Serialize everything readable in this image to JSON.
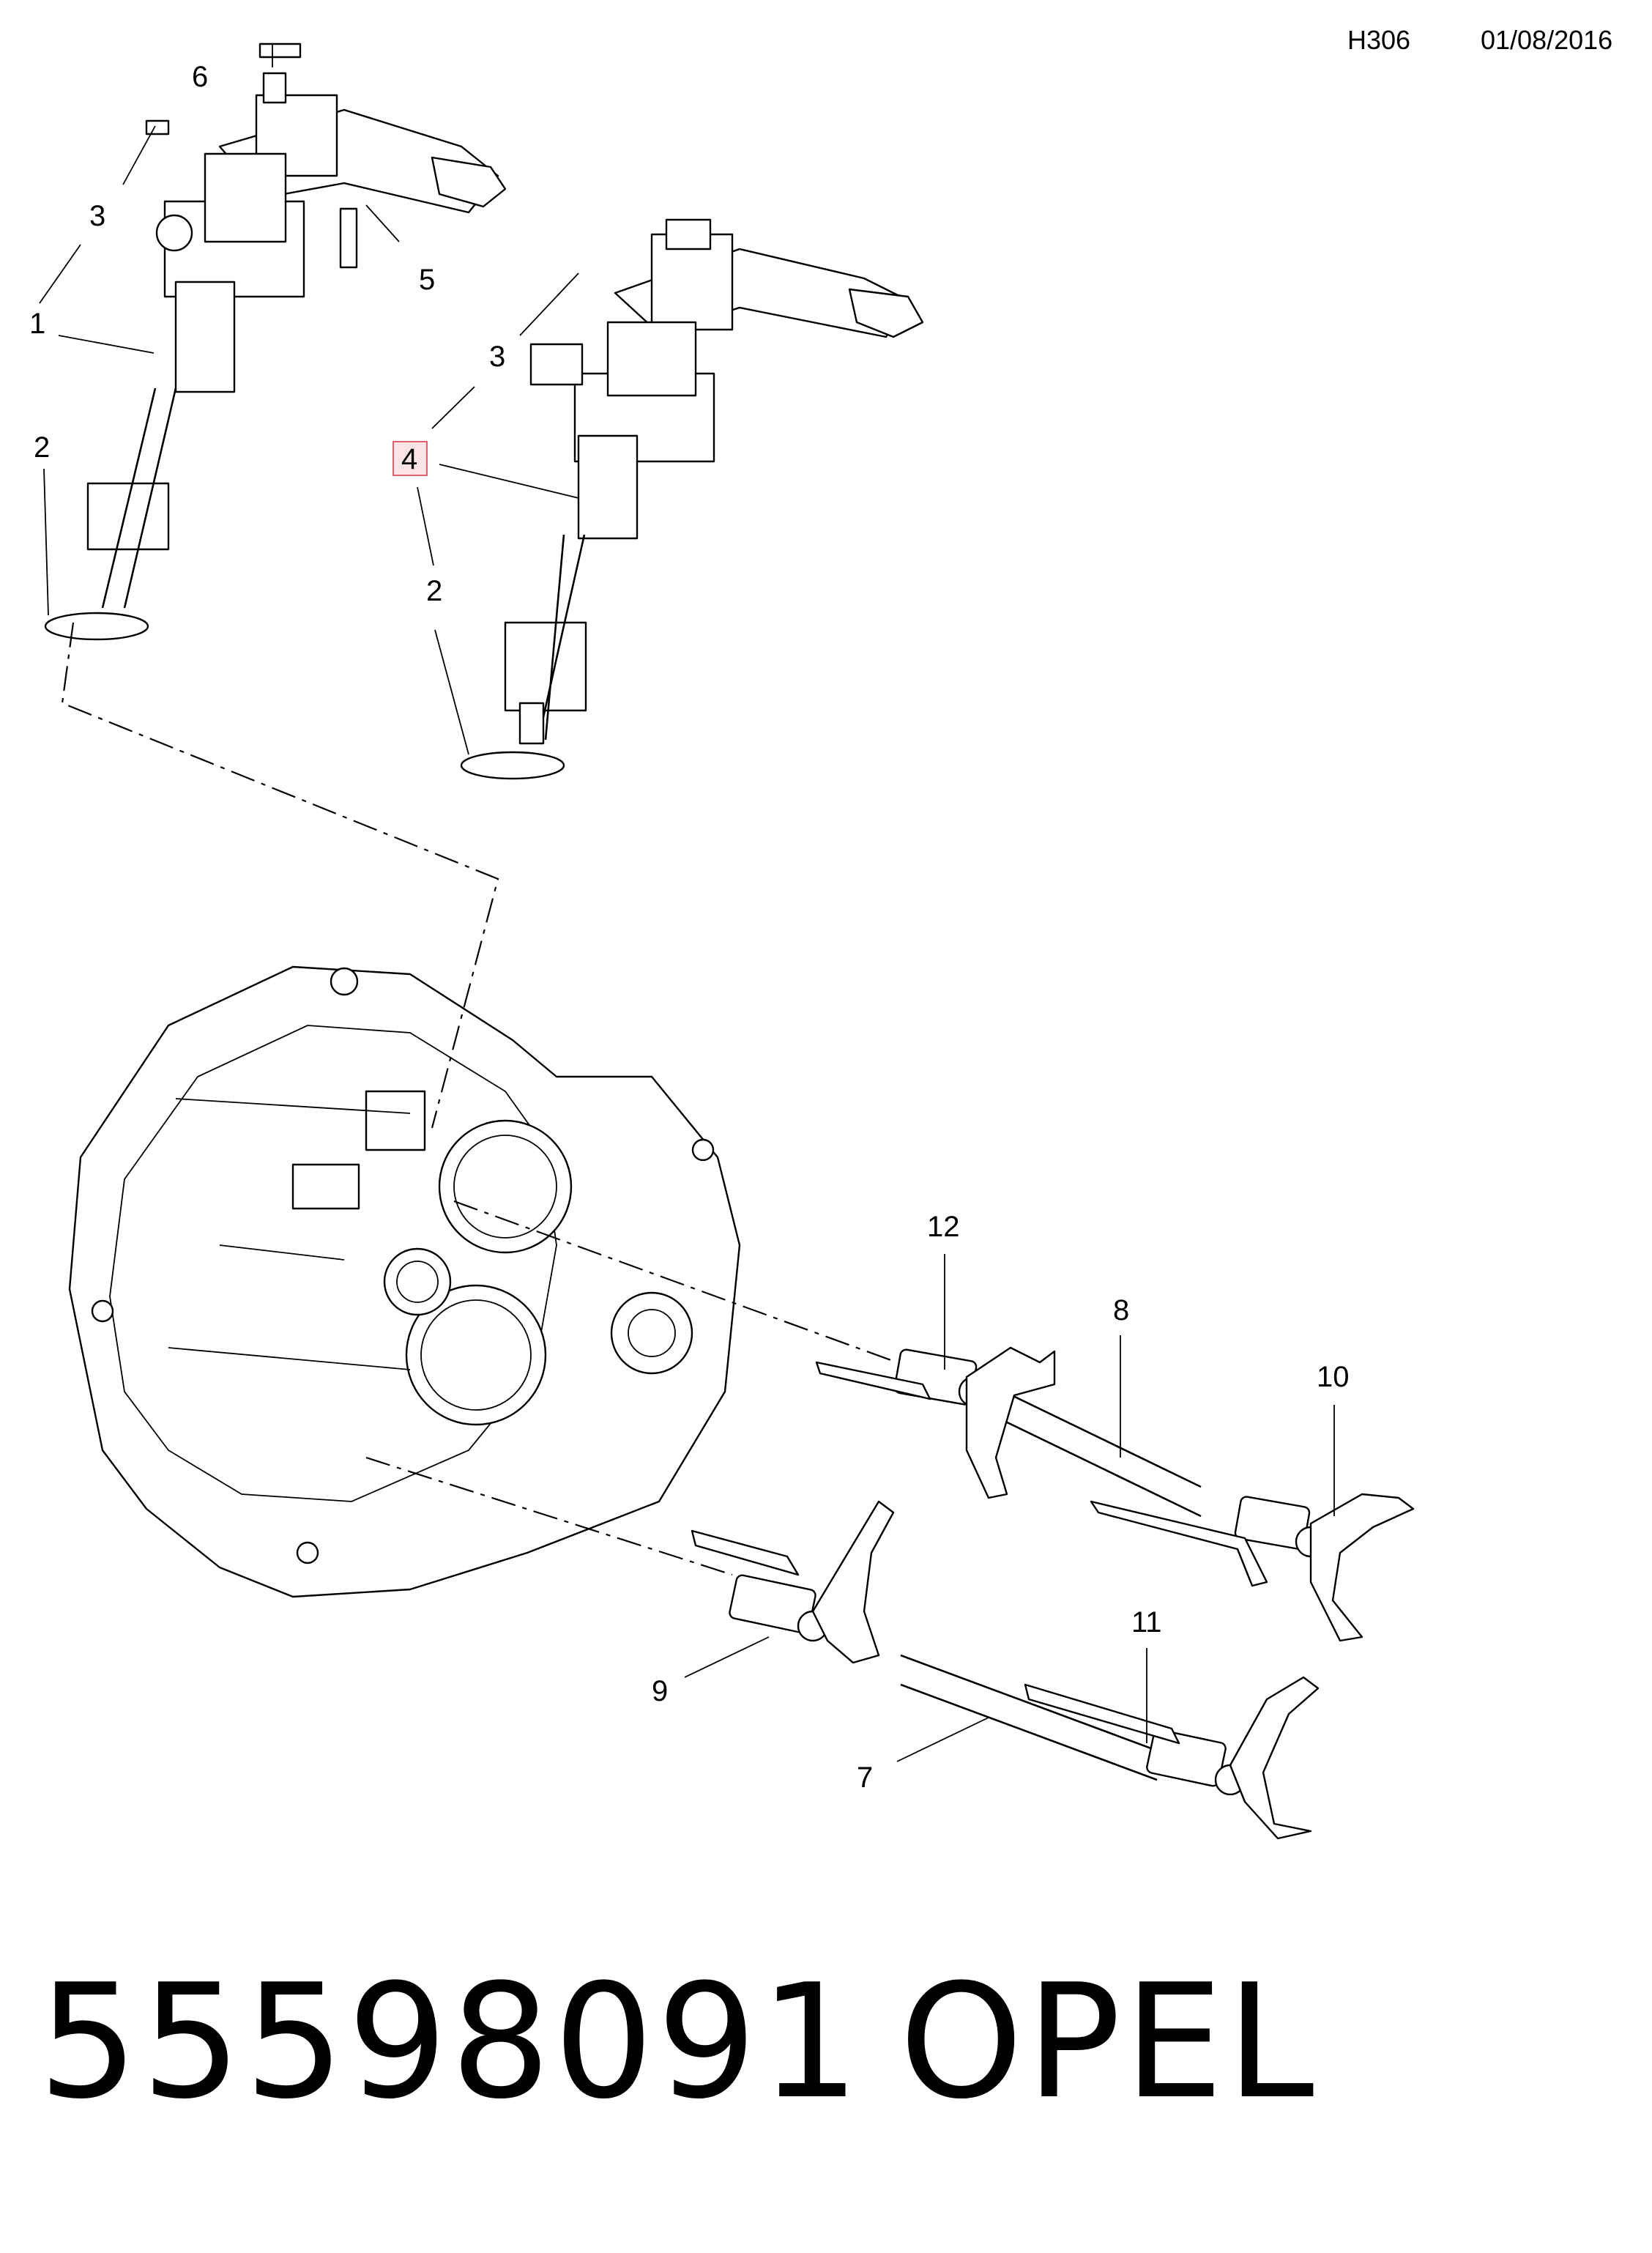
{
  "header": {
    "code": "H306",
    "date": "01/08/2016"
  },
  "callouts": {
    "c6": "6",
    "c3a": "3",
    "c5": "5",
    "c1": "1",
    "c2a": "2",
    "c3b": "3",
    "c4": "4",
    "c2b": "2",
    "c12": "12",
    "c8": "8",
    "c10": "10",
    "c11": "11",
    "c9": "9",
    "c7": "7"
  },
  "highlight": {
    "callout": "4",
    "border_color": "#e06070",
    "fill_color": "#fbe3e6"
  },
  "footer": {
    "part_number": "55598091",
    "brand": "OPEL"
  }
}
